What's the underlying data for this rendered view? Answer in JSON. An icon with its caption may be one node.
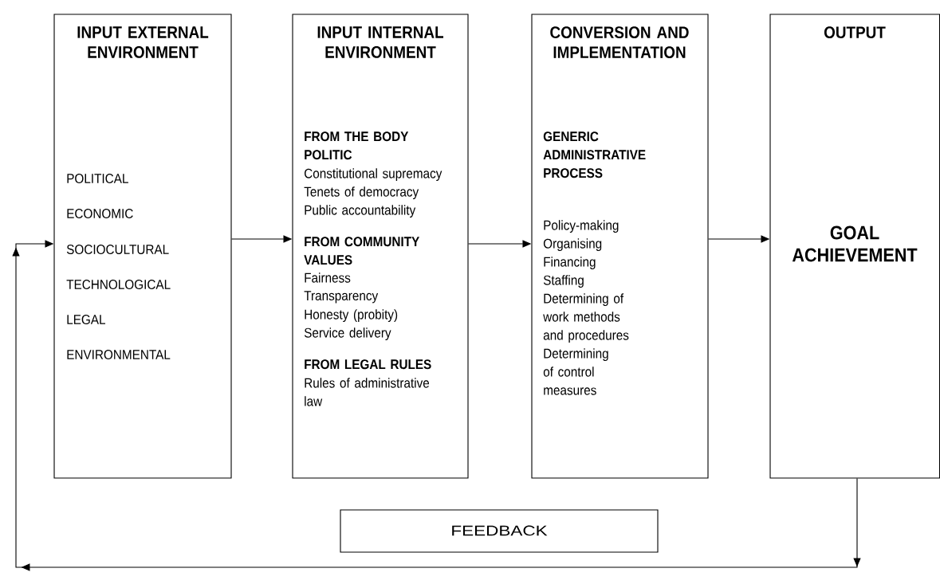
{
  "diagram": {
    "nodes": [
      {
        "text": [
          "INPUT EXTERNAL ENVIRONMENT",
          "POLITICAL",
          "ECONOMIC",
          "SOCIOCULTURAL",
          "TECHNOLOGICAL",
          "LEGAL",
          "ENVIRONMENTAL"
        ]
      },
      {
        "text": [
          "INPUT INTERNAL ENVIRONMENT",
          "FROM THE BODY POLITIC",
          "Constitutional supremacy",
          "Tenets of democracy",
          "Public accountability",
          "FROM COMMUNITY VALUES",
          "Fairness",
          "Transparency",
          "Honesty (probity)",
          "Service delivery",
          "FROM LEGAL RULES",
          "Rules of administrative law"
        ]
      },
      {
        "text": [
          "CONVERSION AND IMPLEMENTATION",
          "GENERIC ADMINISTRATIVE PROCESS",
          "Policy-making",
          "Organising",
          "Financing",
          "Staffing",
          "Determining of work methods and procedures",
          "Determining of control measures"
        ]
      },
      {
        "text": [
          "OUTPUT",
          "GOAL ACHIEVEMENT"
        ]
      },
      {
        "text": [
          "FEEDBACK"
        ]
      }
    ],
    "edges": [
      {
        "from": 0,
        "to": 1,
        "arrow": "to"
      },
      {
        "from": 1,
        "to": 2,
        "arrow": "to"
      },
      {
        "from": 2,
        "to": 3,
        "arrow": "to"
      },
      {
        "from": 3,
        "to": 0,
        "arrow": "to"
      }
    ]
  }
}
